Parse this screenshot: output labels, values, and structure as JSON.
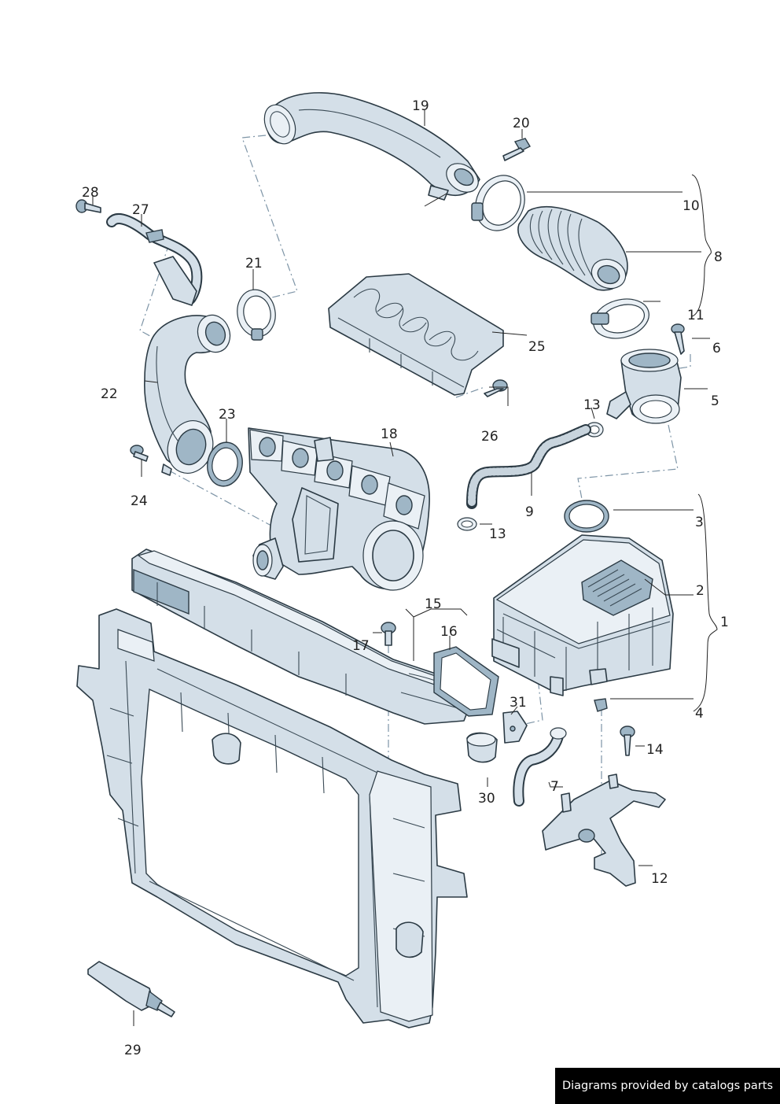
{
  "callouts": [
    {
      "id": "1",
      "label": "1"
    },
    {
      "id": "2",
      "label": "2"
    },
    {
      "id": "3",
      "label": "3"
    },
    {
      "id": "4",
      "label": "4"
    },
    {
      "id": "5",
      "label": "5"
    },
    {
      "id": "6",
      "label": "6"
    },
    {
      "id": "7",
      "label": "7"
    },
    {
      "id": "8",
      "label": "8"
    },
    {
      "id": "9",
      "label": "9"
    },
    {
      "id": "10",
      "label": "10"
    },
    {
      "id": "11",
      "label": "11"
    },
    {
      "id": "12",
      "label": "12"
    },
    {
      "id": "13a",
      "label": "13"
    },
    {
      "id": "13b",
      "label": "13"
    },
    {
      "id": "14",
      "label": "14"
    },
    {
      "id": "15",
      "label": "15"
    },
    {
      "id": "16",
      "label": "16"
    },
    {
      "id": "17",
      "label": "17"
    },
    {
      "id": "18",
      "label": "18"
    },
    {
      "id": "19",
      "label": "19"
    },
    {
      "id": "20",
      "label": "20"
    },
    {
      "id": "21",
      "label": "21"
    },
    {
      "id": "22",
      "label": "22"
    },
    {
      "id": "23",
      "label": "23"
    },
    {
      "id": "24",
      "label": "24"
    },
    {
      "id": "25",
      "label": "25"
    },
    {
      "id": "26",
      "label": "26"
    },
    {
      "id": "27",
      "label": "27"
    },
    {
      "id": "28",
      "label": "28"
    },
    {
      "id": "29",
      "label": "29"
    },
    {
      "id": "30",
      "label": "30"
    },
    {
      "id": "31",
      "label": "31"
    }
  ],
  "footer": {
    "credit": "Diagrams provided by catalogs parts"
  }
}
